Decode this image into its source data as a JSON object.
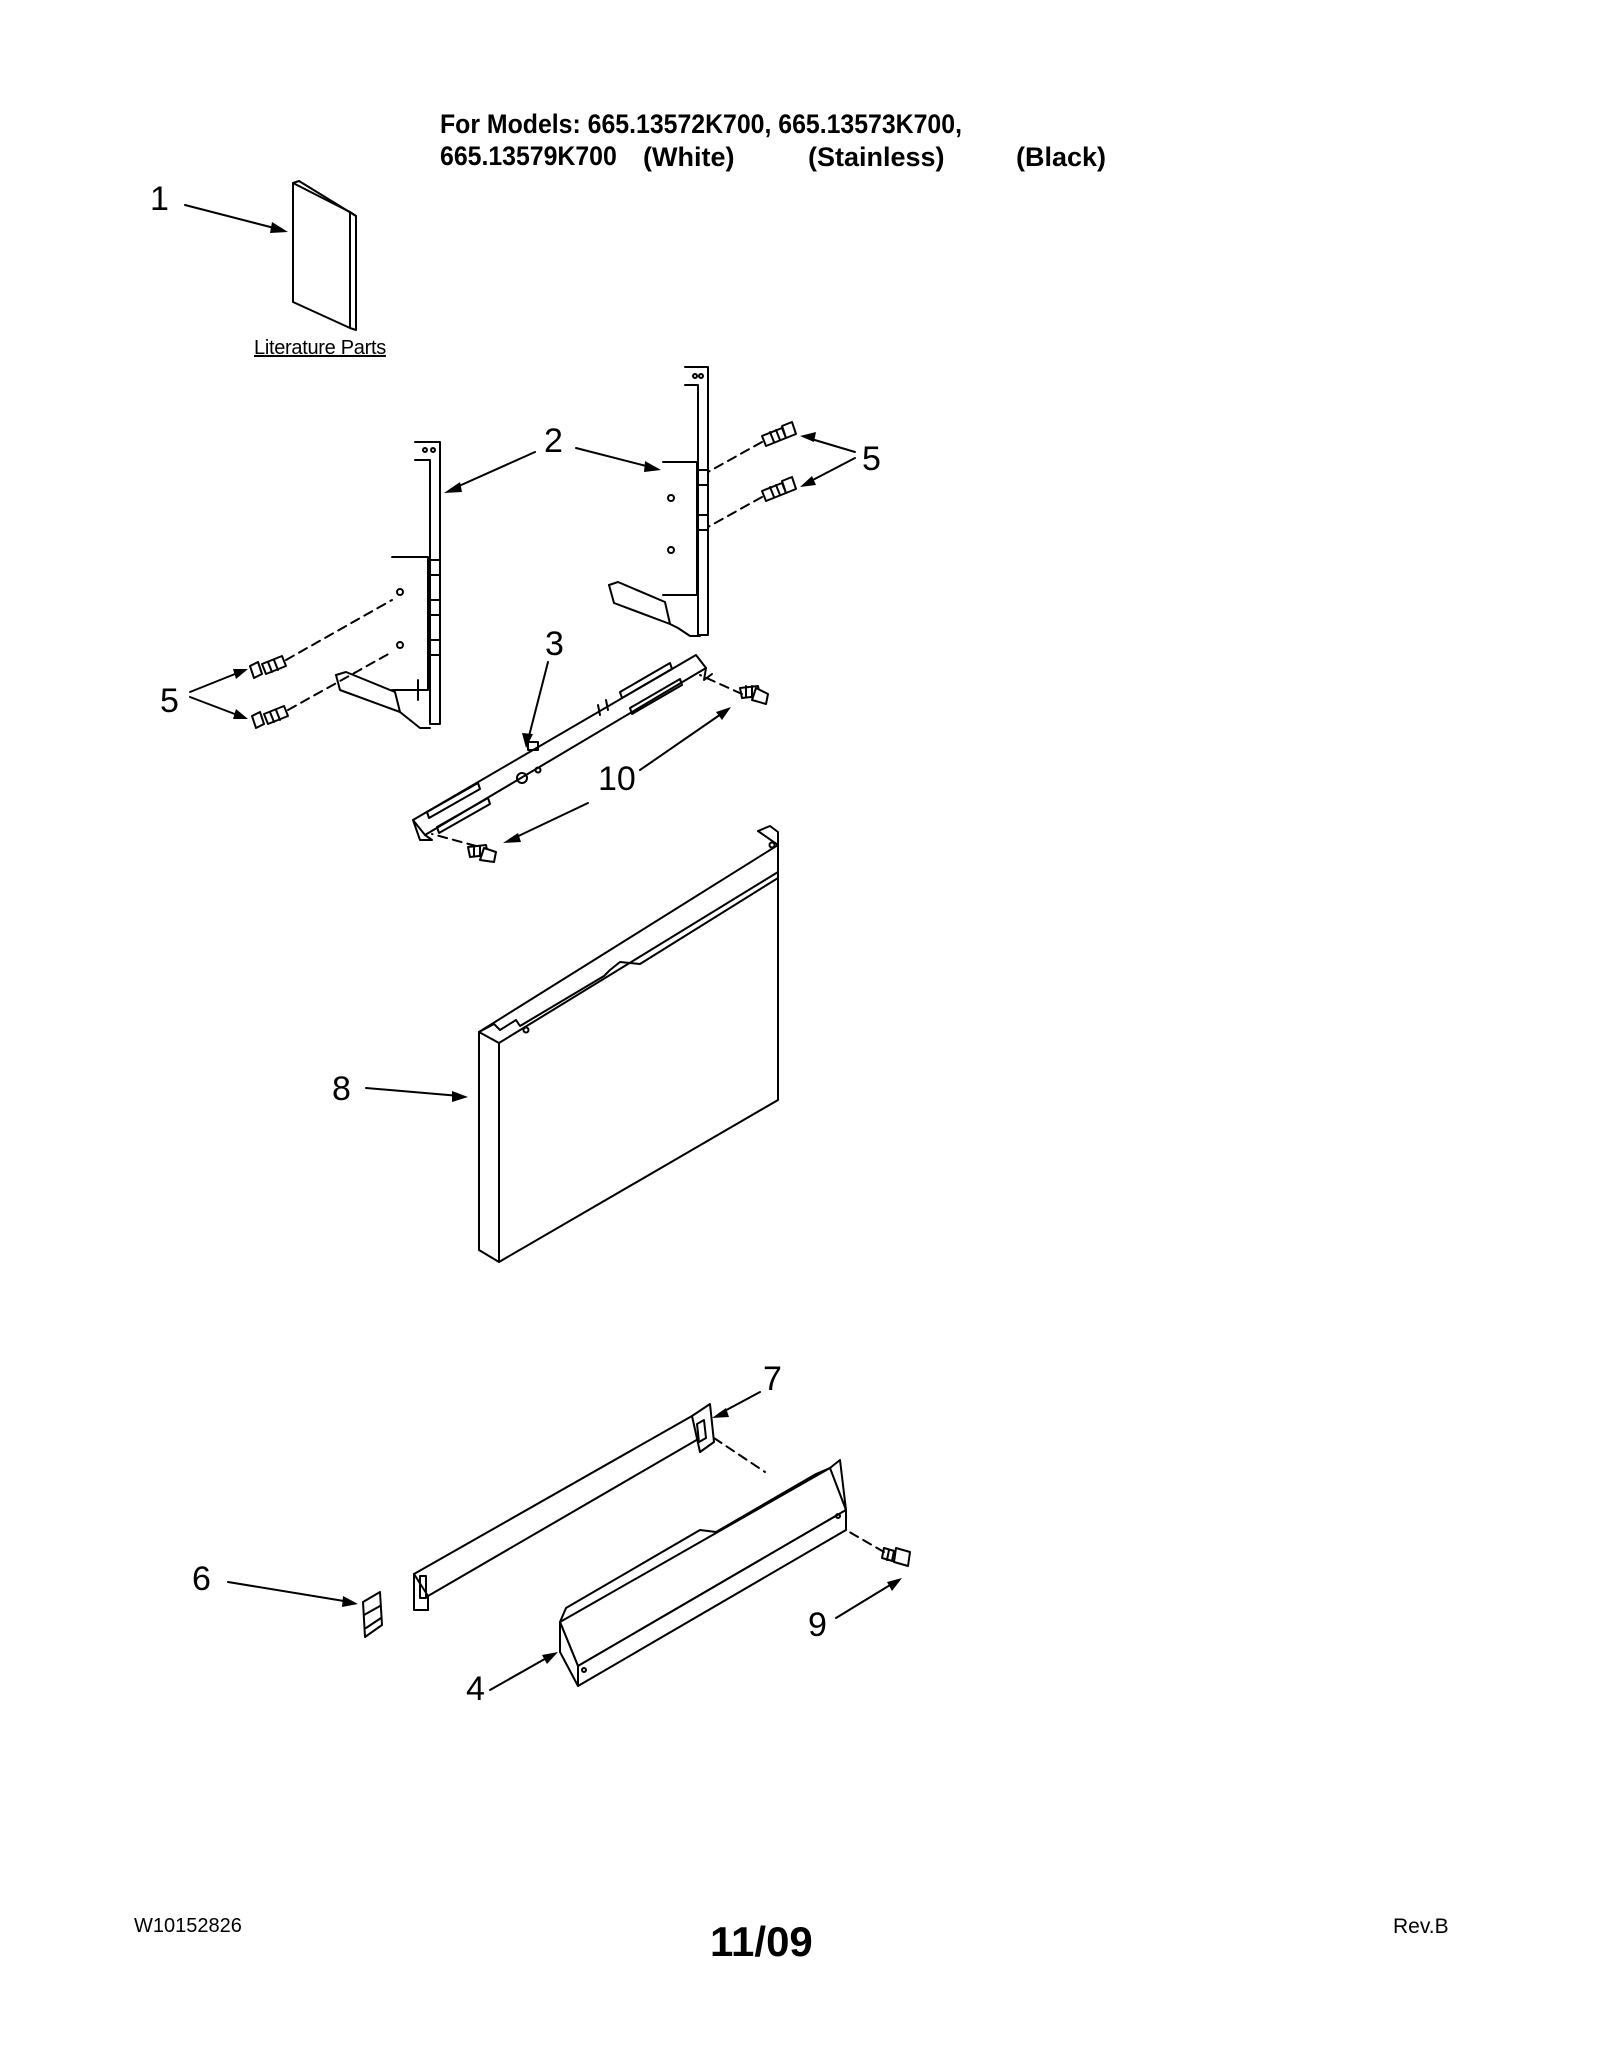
{
  "header": {
    "models_line": "For Models: 665.13572K700, 665.13573K700, 665.13579K700",
    "variants": [
      "(White)",
      "(Stainless)",
      "(Black)"
    ]
  },
  "literature_label": "Literature Parts",
  "callouts": [
    "1",
    "2",
    "3",
    "4",
    "5",
    "5",
    "6",
    "7",
    "8",
    "9",
    "10"
  ],
  "footer": {
    "doc_number": "W10152826",
    "date": "11/09",
    "revision": "Rev.B"
  }
}
